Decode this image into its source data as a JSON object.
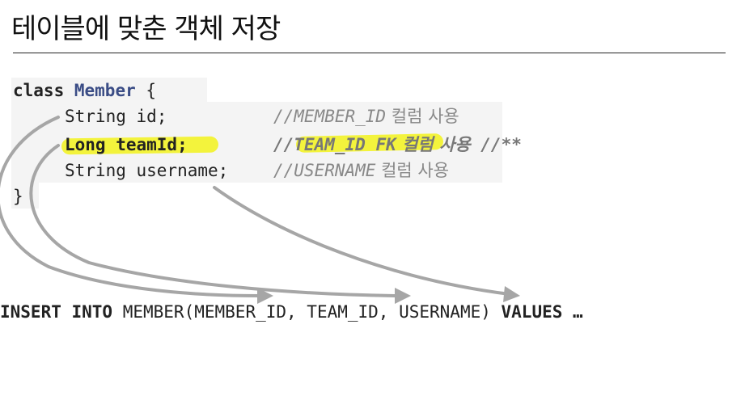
{
  "title": "테이블에 맞춘 객체 저장",
  "code": {
    "kw_class": "class",
    "class_name": "Member",
    "open_brace": " {",
    "line1_type": "String id;",
    "line1_comment": "//MEMBER_ID",
    "line1_comment_kr": " 컬럼 사용",
    "line2_code": "Long teamId;",
    "line2_comment_slashes": "//",
    "line2_comment_hl": "TEAM_ID FK",
    "line2_comment_kr": " 컬럼 사용",
    "line2_comment_tail": " //**",
    "line3_type": "String username;",
    "line3_comment": "//USERNAME",
    "line3_comment_kr": " 컬럼 사용",
    "close_brace": "}"
  },
  "sql": {
    "kw_insert": "INSERT INTO",
    "table_part": " MEMBER(MEMBER_ID, TEAM_ID, USERNAME) ",
    "kw_values": "VALUES …"
  },
  "colors": {
    "highlight": "#f3f33c",
    "class_name": "#3b4d86",
    "comment": "#888888",
    "arrow": "#a6a6a6"
  }
}
